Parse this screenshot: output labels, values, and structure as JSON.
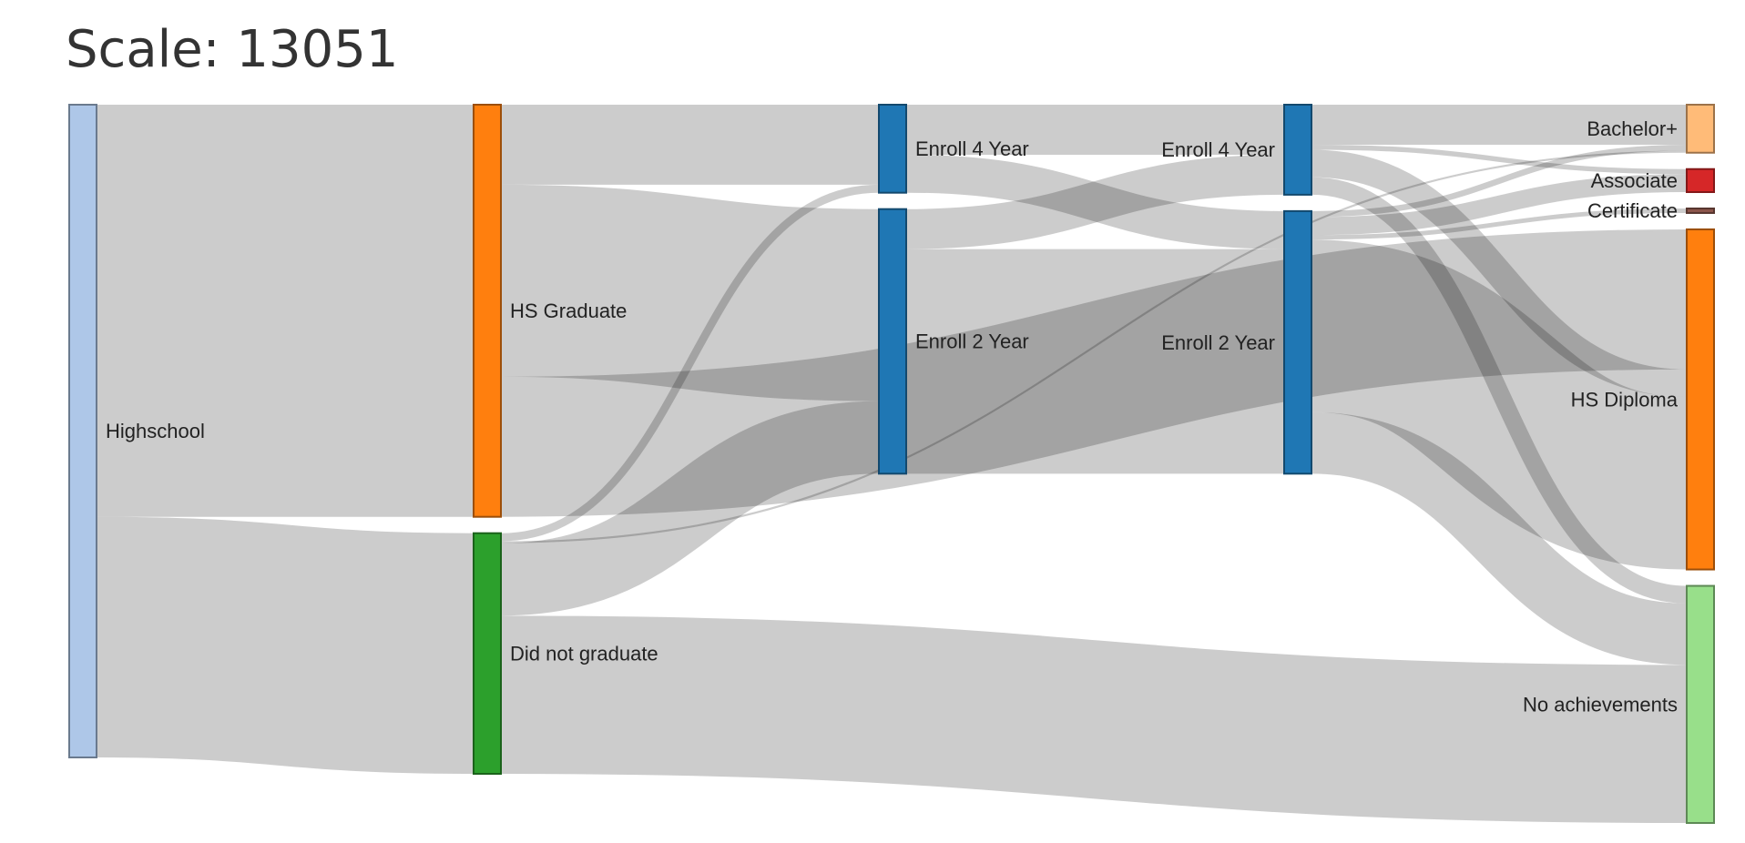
{
  "title": "Scale: 13051",
  "chart_data": {
    "type": "sankey",
    "title": "Scale: 13051",
    "scale": 13051,
    "nodes": [
      {
        "id": "highschool",
        "name": "Highschool",
        "column": 0,
        "value": 13051,
        "fill": "#aec7e8",
        "stroke": "#6a7a8e"
      },
      {
        "id": "hs_graduate",
        "name": "HS Graduate",
        "column": 1,
        "value": 8240,
        "fill": "#ff7f0e",
        "stroke": "#9c4e09"
      },
      {
        "id": "did_not_graduate",
        "name": "Did not graduate",
        "column": 1,
        "value": 4811,
        "fill": "#2ca02c",
        "stroke": "#1b621b"
      },
      {
        "id": "enroll4_a",
        "name": "Enroll 4 Year",
        "column": 2,
        "value": 1760,
        "fill": "#1f77b4",
        "stroke": "#13496e"
      },
      {
        "id": "enroll2_a",
        "name": "Enroll 2 Year",
        "column": 2,
        "value": 5290,
        "fill": "#1f77b4",
        "stroke": "#13496e"
      },
      {
        "id": "enroll4_b",
        "name": "Enroll 4 Year",
        "column": 3,
        "value": 1800,
        "fill": "#1f77b4",
        "stroke": "#13496e"
      },
      {
        "id": "enroll2_b",
        "name": "Enroll 2 Year",
        "column": 3,
        "value": 5250,
        "fill": "#1f77b4",
        "stroke": "#13496e"
      },
      {
        "id": "bachelor",
        "name": "Bachelor+",
        "column": 4,
        "value": 960,
        "fill": "#ffbb78",
        "stroke": "#9c7249"
      },
      {
        "id": "associate",
        "name": "Associate",
        "column": 4,
        "value": 460,
        "fill": "#d62728",
        "stroke": "#831818"
      },
      {
        "id": "certificate",
        "name": "Certificate",
        "column": 4,
        "value": 90,
        "fill": "#8c564b",
        "stroke": "#56352e"
      },
      {
        "id": "hs_diploma",
        "name": "HS Diploma",
        "column": 4,
        "value": 6800,
        "fill": "#ff7f0e",
        "stroke": "#9c4e09"
      },
      {
        "id": "no_achievements",
        "name": "No achievements",
        "column": 4,
        "value": 4741,
        "fill": "#98df8a",
        "stroke": "#5d8955"
      }
    ],
    "links": [
      {
        "source": "highschool",
        "target": "hs_graduate",
        "value": 8240
      },
      {
        "source": "highschool",
        "target": "did_not_graduate",
        "value": 4811
      },
      {
        "source": "hs_graduate",
        "target": "enroll4_a",
        "value": 1600
      },
      {
        "source": "hs_graduate",
        "target": "enroll2_a",
        "value": 3840
      },
      {
        "source": "hs_graduate",
        "target": "hs_diploma",
        "value": 2800
      },
      {
        "source": "did_not_graduate",
        "target": "enroll4_a",
        "value": 160
      },
      {
        "source": "did_not_graduate",
        "target": "bachelor",
        "value": 40
      },
      {
        "source": "did_not_graduate",
        "target": "enroll2_a",
        "value": 1450
      },
      {
        "source": "did_not_graduate",
        "target": "no_achievements",
        "value": 3161
      },
      {
        "source": "enroll4_a",
        "target": "enroll4_b",
        "value": 1000
      },
      {
        "source": "enroll4_a",
        "target": "enroll2_b",
        "value": 760
      },
      {
        "source": "enroll2_a",
        "target": "enroll4_b",
        "value": 800
      },
      {
        "source": "enroll2_a",
        "target": "enroll2_b",
        "value": 4490
      },
      {
        "source": "enroll4_b",
        "target": "bachelor",
        "value": 800
      },
      {
        "source": "enroll4_b",
        "target": "associate",
        "value": 100
      },
      {
        "source": "enroll4_b",
        "target": "hs_diploma",
        "value": 550
      },
      {
        "source": "enroll4_b",
        "target": "no_achievements",
        "value": 350
      },
      {
        "source": "enroll2_b",
        "target": "bachelor",
        "value": 120
      },
      {
        "source": "enroll2_b",
        "target": "associate",
        "value": 360
      },
      {
        "source": "enroll2_b",
        "target": "certificate",
        "value": 90
      },
      {
        "source": "enroll2_b",
        "target": "hs_diploma",
        "value": 3450
      },
      {
        "source": "enroll2_b",
        "target": "no_achievements",
        "value": 1230
      }
    ]
  }
}
